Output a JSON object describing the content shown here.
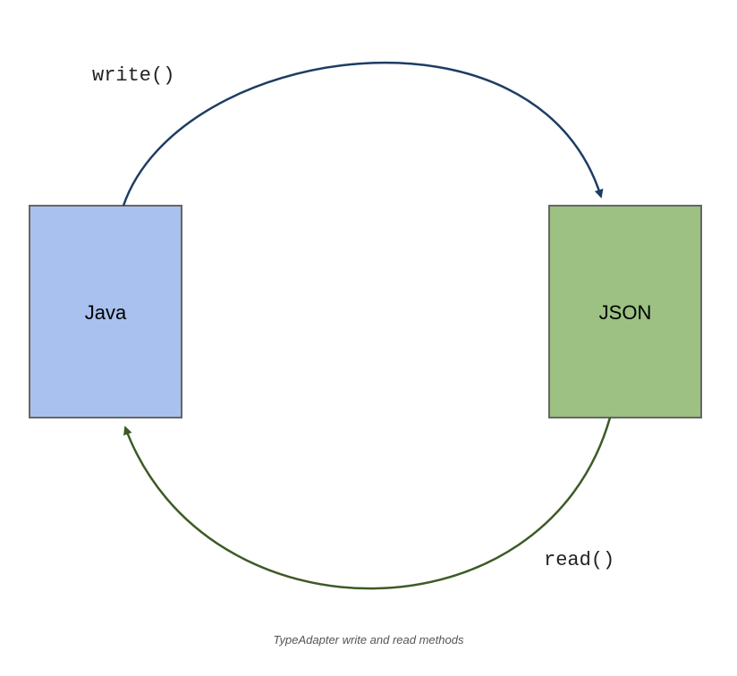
{
  "diagram": {
    "java_box": {
      "label": "Java",
      "fill": "#a9c1ee",
      "stroke": "#666666"
    },
    "json_box": {
      "label": "JSON",
      "fill": "#9cc183",
      "stroke": "#666666"
    },
    "write_arrow": {
      "label": "write()",
      "color": "#1d3d63",
      "direction": "Java to JSON"
    },
    "read_arrow": {
      "label": "read()",
      "color": "#3d5a25",
      "direction": "JSON to Java"
    }
  },
  "caption": "TypeAdapter write and read methods"
}
